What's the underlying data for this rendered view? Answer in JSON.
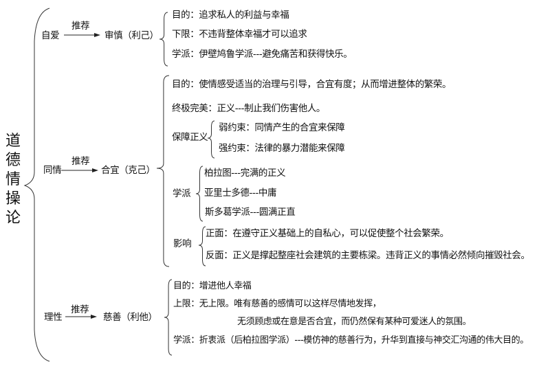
{
  "title": "道德情操论",
  "branches": [
    {
      "source": "自爱",
      "arrow_label": "推荐",
      "target": "审慎（利己）",
      "items": [
        "目的：追求私人的利益与幸福",
        "下限：不违背整体幸福才可以追求",
        "学派：伊壁鸠鲁学派---避免痛苦和获得快乐。"
      ]
    },
    {
      "source": "同情",
      "arrow_label": "推荐",
      "target": "合宜（克己）",
      "items": [
        "目的：使情感受适当的治理与引导，合宜有度；从而增进整体的繁荣。",
        "终极完美：正义---制止我们伤害他人。"
      ],
      "justice": {
        "label": "保障正义",
        "items": [
          "弱约束：同情产生的合宜来保障",
          "强约束：法律的暴力潜能来保障"
        ]
      },
      "schools": {
        "label": "学派",
        "items": [
          "柏拉图---完满的正义",
          "亚里士多德---中庸",
          "斯多葛学派---圆满正直"
        ]
      },
      "influence": {
        "label": "影响",
        "items": [
          "正面：在遵守正义基础上的自私心，可以促使整个社会繁荣。",
          "反面：正义是撑起整座社会建筑的主要栋梁。违背正义的事情必然倾向摧毁社会。"
        ]
      }
    },
    {
      "source": "理性",
      "arrow_label": "推荐",
      "target": "慈善（利他）",
      "items": [
        "目的：增进他人幸福",
        "上限：无上限。唯有慈善的感情可以这样尽情地发挥，",
        "无须顾虑或在意是否合宜，而仍然保有某种可爱迷人的氛围。",
        "学派：折衷派（后柏拉图学派）---模仿神的慈善行为，升华到直接与神交汇沟通的伟大目的。"
      ]
    }
  ]
}
